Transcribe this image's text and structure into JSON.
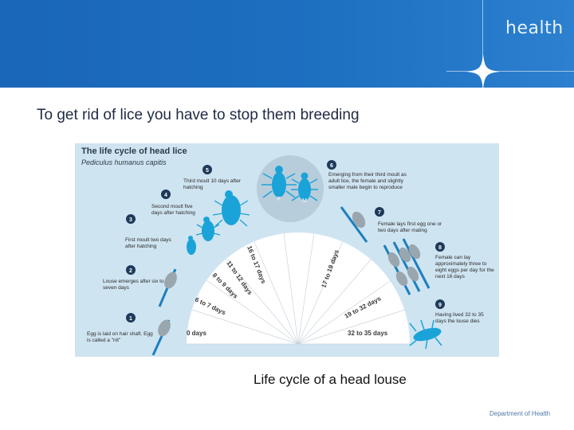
{
  "header": {
    "brand": "health",
    "brand_color": "#1d6fc0"
  },
  "slide": {
    "title": "To get rid of lice you have to stop them breeding",
    "caption": "Life cycle of a head louse"
  },
  "figure": {
    "title": "The life cycle of head lice",
    "subtitle": "Pediculus humanus capitis",
    "stages": [
      {
        "num": "1",
        "text": "Egg is laid on hair shaft. Egg is called a \"nit\""
      },
      {
        "num": "2",
        "text": "Louse emerges after six to seven days"
      },
      {
        "num": "3",
        "text": "First moult two days after hatching"
      },
      {
        "num": "4",
        "text": "Second moult five days after hatching"
      },
      {
        "num": "5",
        "text": "Third moult 10 days after hatching"
      },
      {
        "num": "6",
        "text": "Emerging from their third moult as adult lice, the female and slightly smaller male begin to reproduce"
      },
      {
        "num": "7",
        "text": "Female lays first egg one or two days after mating"
      },
      {
        "num": "8",
        "text": "Female can lay approximately three to eight eggs per day for the next 16 days"
      },
      {
        "num": "9",
        "text": "Having lived 32 to 35 days the louse dies"
      }
    ],
    "female_label": "F",
    "male_label": "M",
    "arc_labels": {
      "d0": "0 days",
      "d6_7": "6 to 7 days",
      "d8_9": "8 to 9 days",
      "d11_12": "11 to 12 days",
      "d16_17": "16 to 17 days",
      "d17_19": "17 to 19 days",
      "d19_32": "19 to 32 days",
      "d32_35": "32 to 35 days"
    }
  },
  "footer": {
    "department": "Department of Health"
  }
}
